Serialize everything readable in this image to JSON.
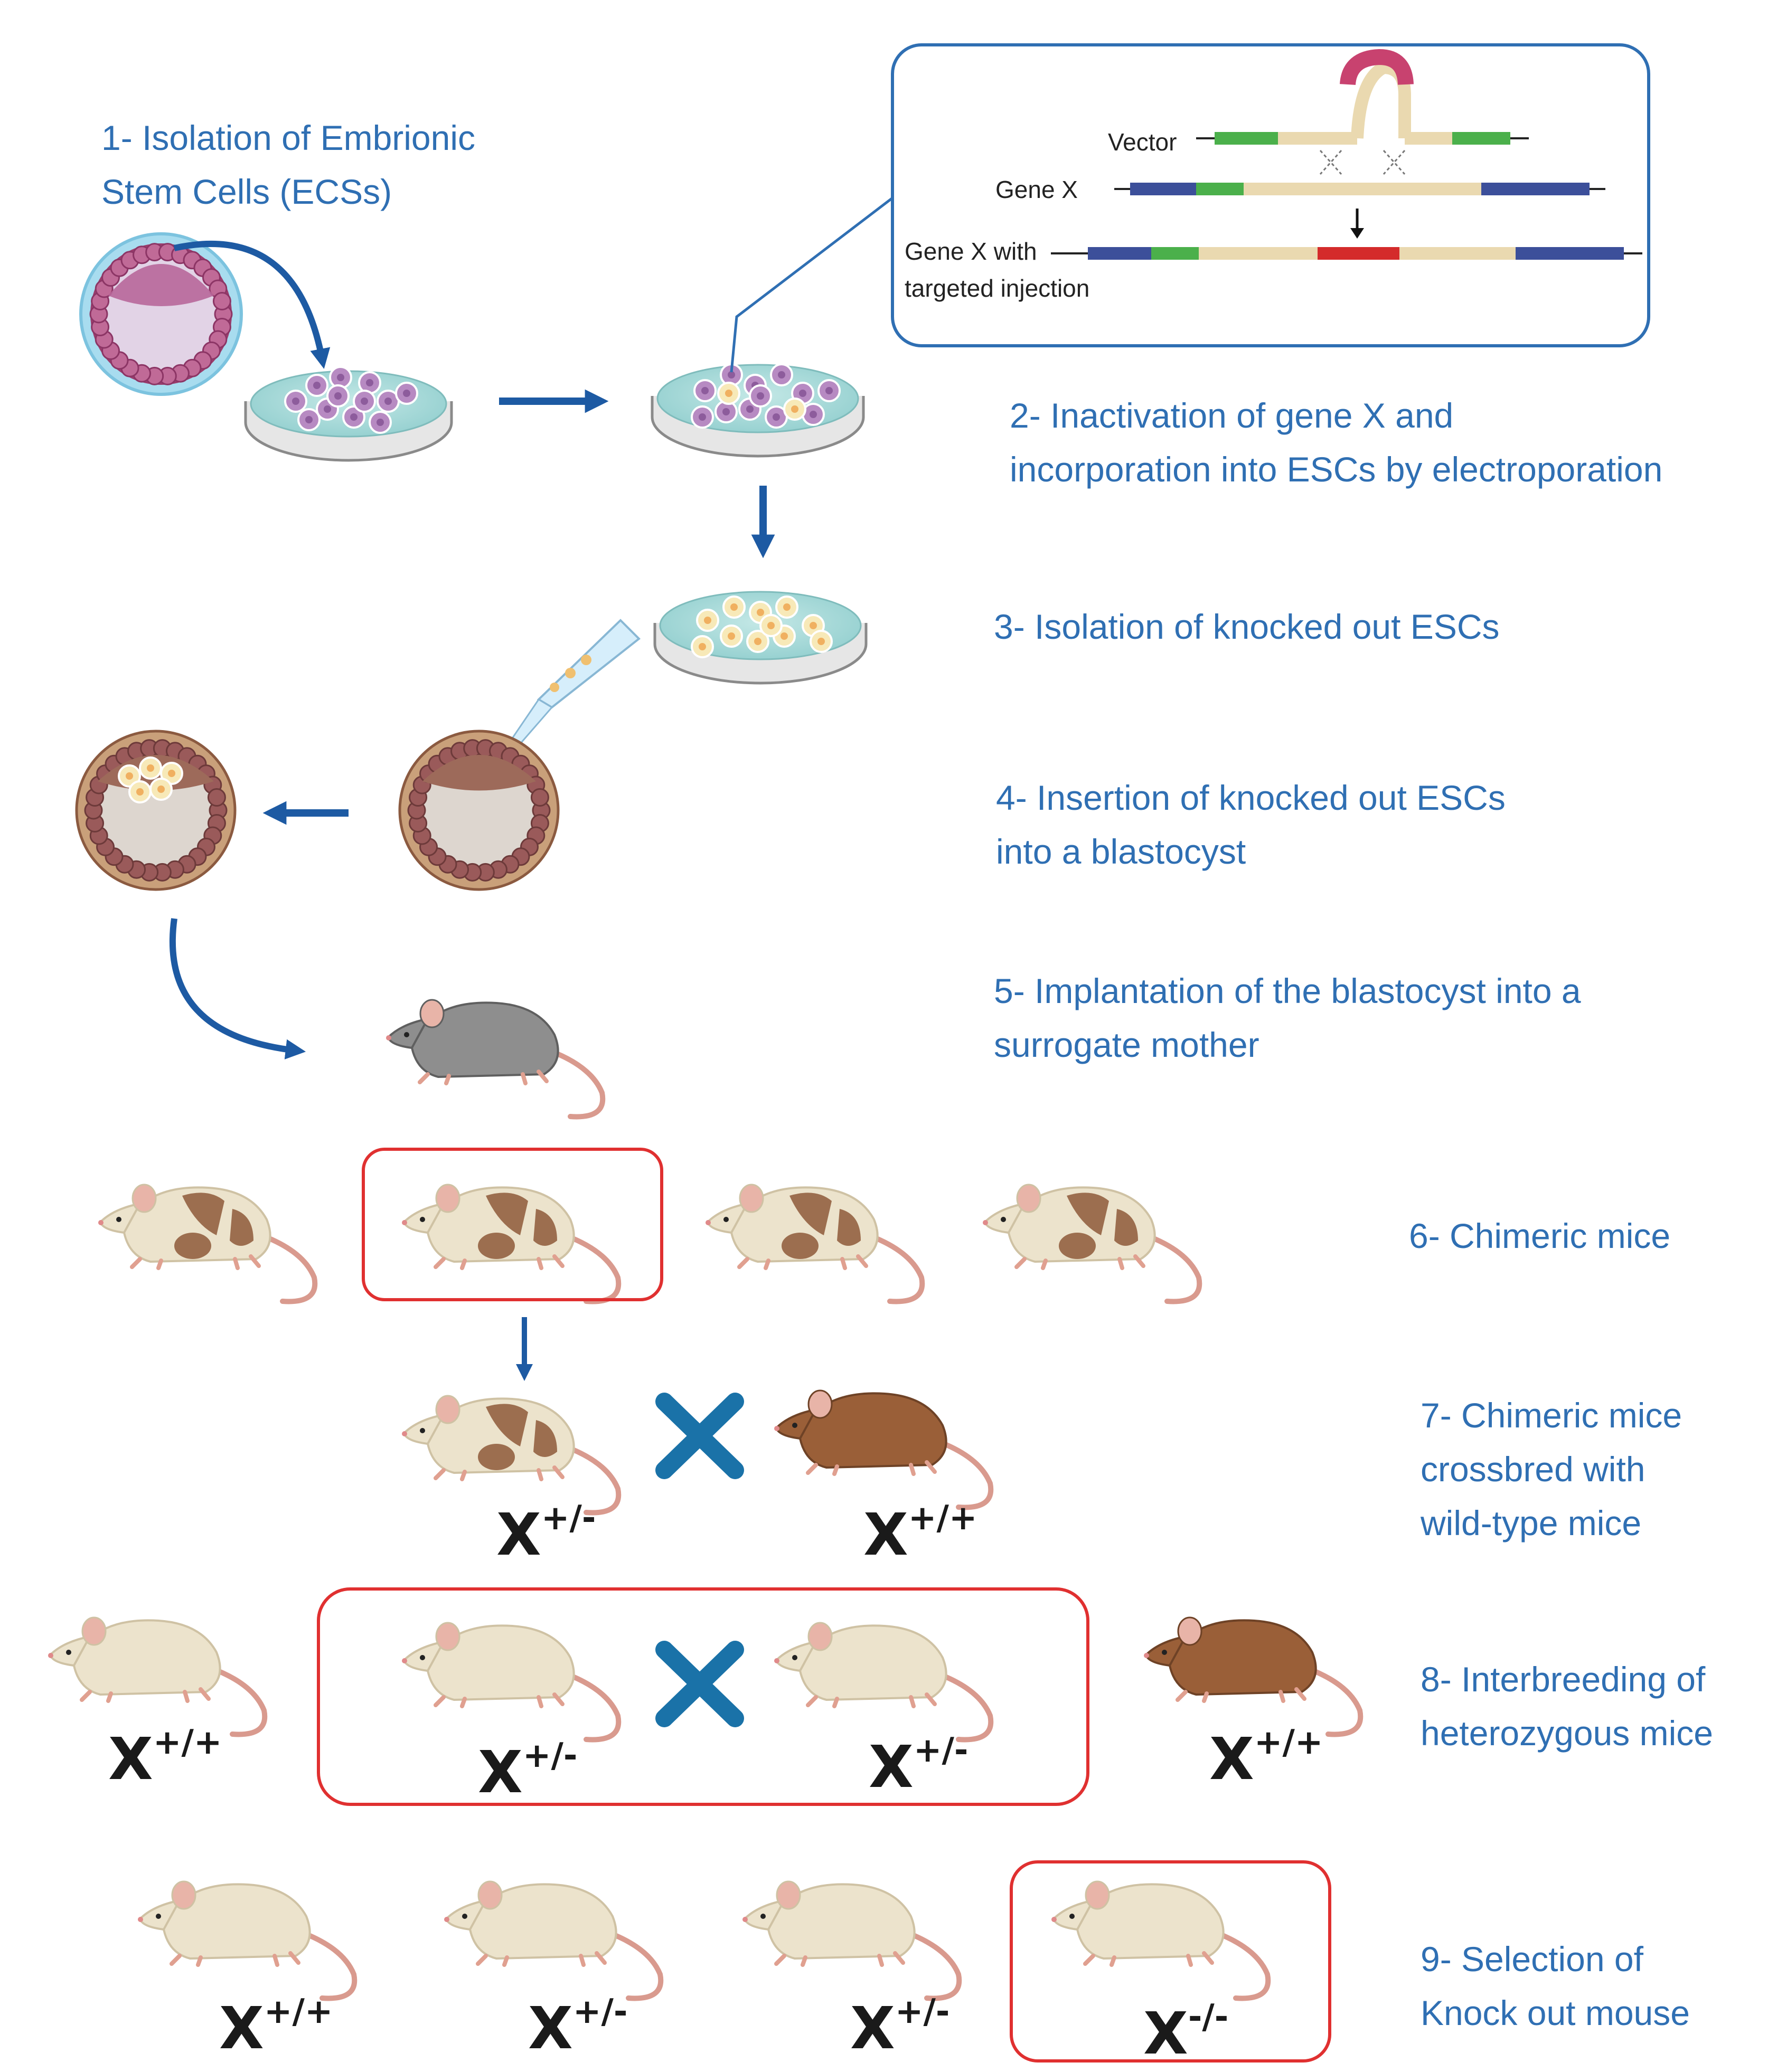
{
  "steps": {
    "s1": [
      "1- Isolation of Embrionic",
      "Stem Cells (ECSs)"
    ],
    "s2": [
      "2- Inactivation of gene X and",
      "incorporation into ESCs by electroporation"
    ],
    "s3": [
      "3- Isolation of knocked out ESCs"
    ],
    "s4": [
      "4- Insertion of knocked out ESCs",
      "into a blastocyst"
    ],
    "s5": [
      "5- Implantation of the blastocyst into a",
      "surrogate mother"
    ],
    "s6": [
      "6- Chimeric mice"
    ],
    "s7": [
      "7- Chimeric mice",
      "crossbred with",
      "wild-type mice"
    ],
    "s8": [
      "8- Interbreeding of",
      "heterozygous mice"
    ],
    "s9": [
      "9- Selection of",
      "Knock out mouse"
    ]
  },
  "inset": {
    "vector_label": "Vector",
    "genex_label": "Gene X",
    "targeted_label_1": "Gene X with",
    "targeted_label_2": "targeted injection"
  },
  "genotypes": {
    "g7a": {
      "base": "X",
      "sup": "+/-"
    },
    "g7b": {
      "base": "X",
      "sup": "+/+"
    },
    "g8a": {
      "base": "X",
      "sup": "+/+"
    },
    "g8b": {
      "base": "X",
      "sup": "+/-"
    },
    "g8c": {
      "base": "X",
      "sup": "+/-"
    },
    "g8d": {
      "base": "X",
      "sup": "+/+"
    },
    "g9a": {
      "base": "X",
      "sup": "+/+"
    },
    "g9b": {
      "base": "X",
      "sup": "+/-"
    },
    "g9c": {
      "base": "X",
      "sup": "+/-"
    },
    "g9d": {
      "base": "X",
      "sup": "-/-"
    }
  },
  "colors": {
    "text_blue": "#2f6fb3",
    "arrow_blue": "#1d5aa3",
    "cross_blue": "#1a72a8",
    "highlight_red": "#e03030",
    "mouse_cream": "#ece3cc",
    "mouse_patch": "#9c6e4f",
    "mouse_brown": "#9a5f38",
    "mouse_grey": "#8e8e8e",
    "dish_liquid": "#a9d9d9",
    "cell_purple": "#b78ac2",
    "cell_yellow": "#f7e9b8",
    "blastocyst_pink": "#b35a86",
    "gene_blue": "#3c4f9a",
    "gene_green": "#4bb04b",
    "gene_tan": "#ead9b0",
    "gene_red": "#d42b2b",
    "loop_pink": "#c8426f"
  }
}
